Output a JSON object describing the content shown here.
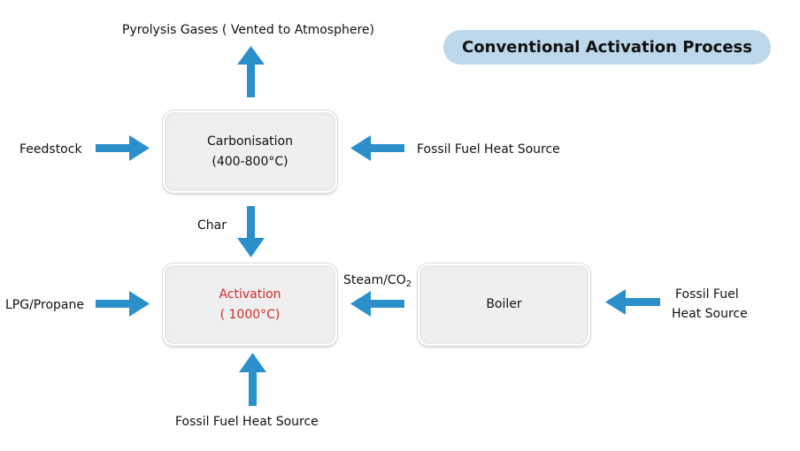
{
  "diagram": {
    "title": "Conventional Activation Process",
    "nodes": {
      "carbonisation": {
        "line1": "Carbonisation",
        "line2": "(400-800°C)"
      },
      "activation": {
        "line1": "Activation",
        "line2": "( 1000°C)"
      },
      "boiler": {
        "line1": "Boiler"
      }
    },
    "labels": {
      "pyrolysis": "Pyrolysis Gases ( Vented to Atmosphere)",
      "feedstock": "Feedstock",
      "fossil_fuel_top": "Fossil Fuel Heat Source",
      "char": "Char",
      "lpg": "LPG/Propane",
      "steam": "Steam/CO",
      "steam_subscript": "2",
      "fossil_fuel_right_line1": "Fossil Fuel",
      "fossil_fuel_right_line2": "Heat Source",
      "fossil_fuel_bottom": "Fossil Fuel Heat Source"
    },
    "colors": {
      "arrow": "#2b8fca",
      "title_pill": "#bcd8ea",
      "activation_text": "#d42a2a",
      "box_fill": "#efefef"
    }
  }
}
